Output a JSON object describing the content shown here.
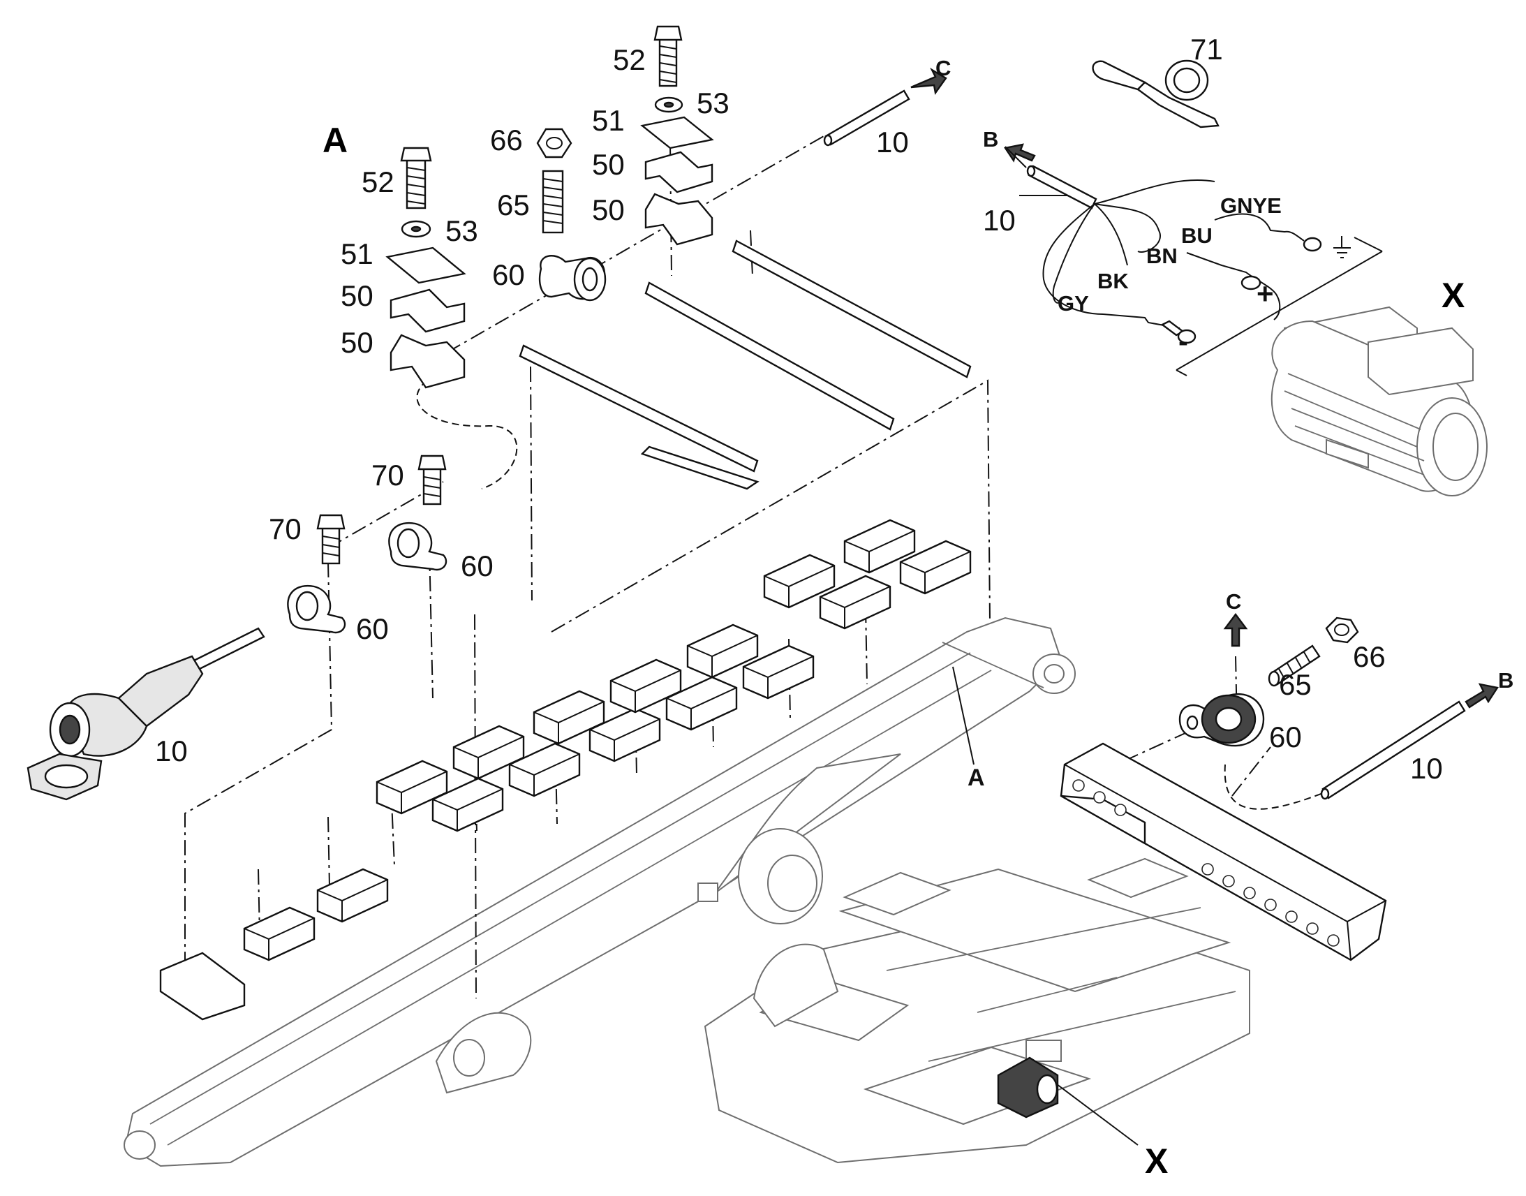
{
  "diagram": {
    "section_labels": {
      "A_main": "A",
      "A_boom": "A",
      "X_main": "X",
      "X_bottom": "X"
    },
    "arrow_labels": {
      "C_top": "C",
      "C_right": "C",
      "B_harness": "B",
      "B_right": "B"
    },
    "part_labels": {
      "p52_a": "52",
      "p53_a": "53",
      "p51_a": "51",
      "p50_a1": "50",
      "p50_a2": "50",
      "p52_b": "52",
      "p53_b": "53",
      "p51_b": "51",
      "p50_b1": "50",
      "p50_b2": "50",
      "p66_a": "66",
      "p65_a": "65",
      "p60_a": "60",
      "p10_top": "10",
      "p71": "71",
      "p10_harness": "10",
      "p70_a": "70",
      "p70_b": "70",
      "p60_b": "60",
      "p60_c": "60",
      "p10_plug": "10",
      "p65_b": "65",
      "p66_b": "66",
      "p60_d": "60",
      "p10_right": "10"
    },
    "wire_labels": {
      "gnye": "GNYE",
      "bu": "BU",
      "bn": "BN",
      "bk": "BK",
      "gy": "GY"
    },
    "terminal_signs": {
      "plus": "+",
      "minus": "-"
    }
  }
}
